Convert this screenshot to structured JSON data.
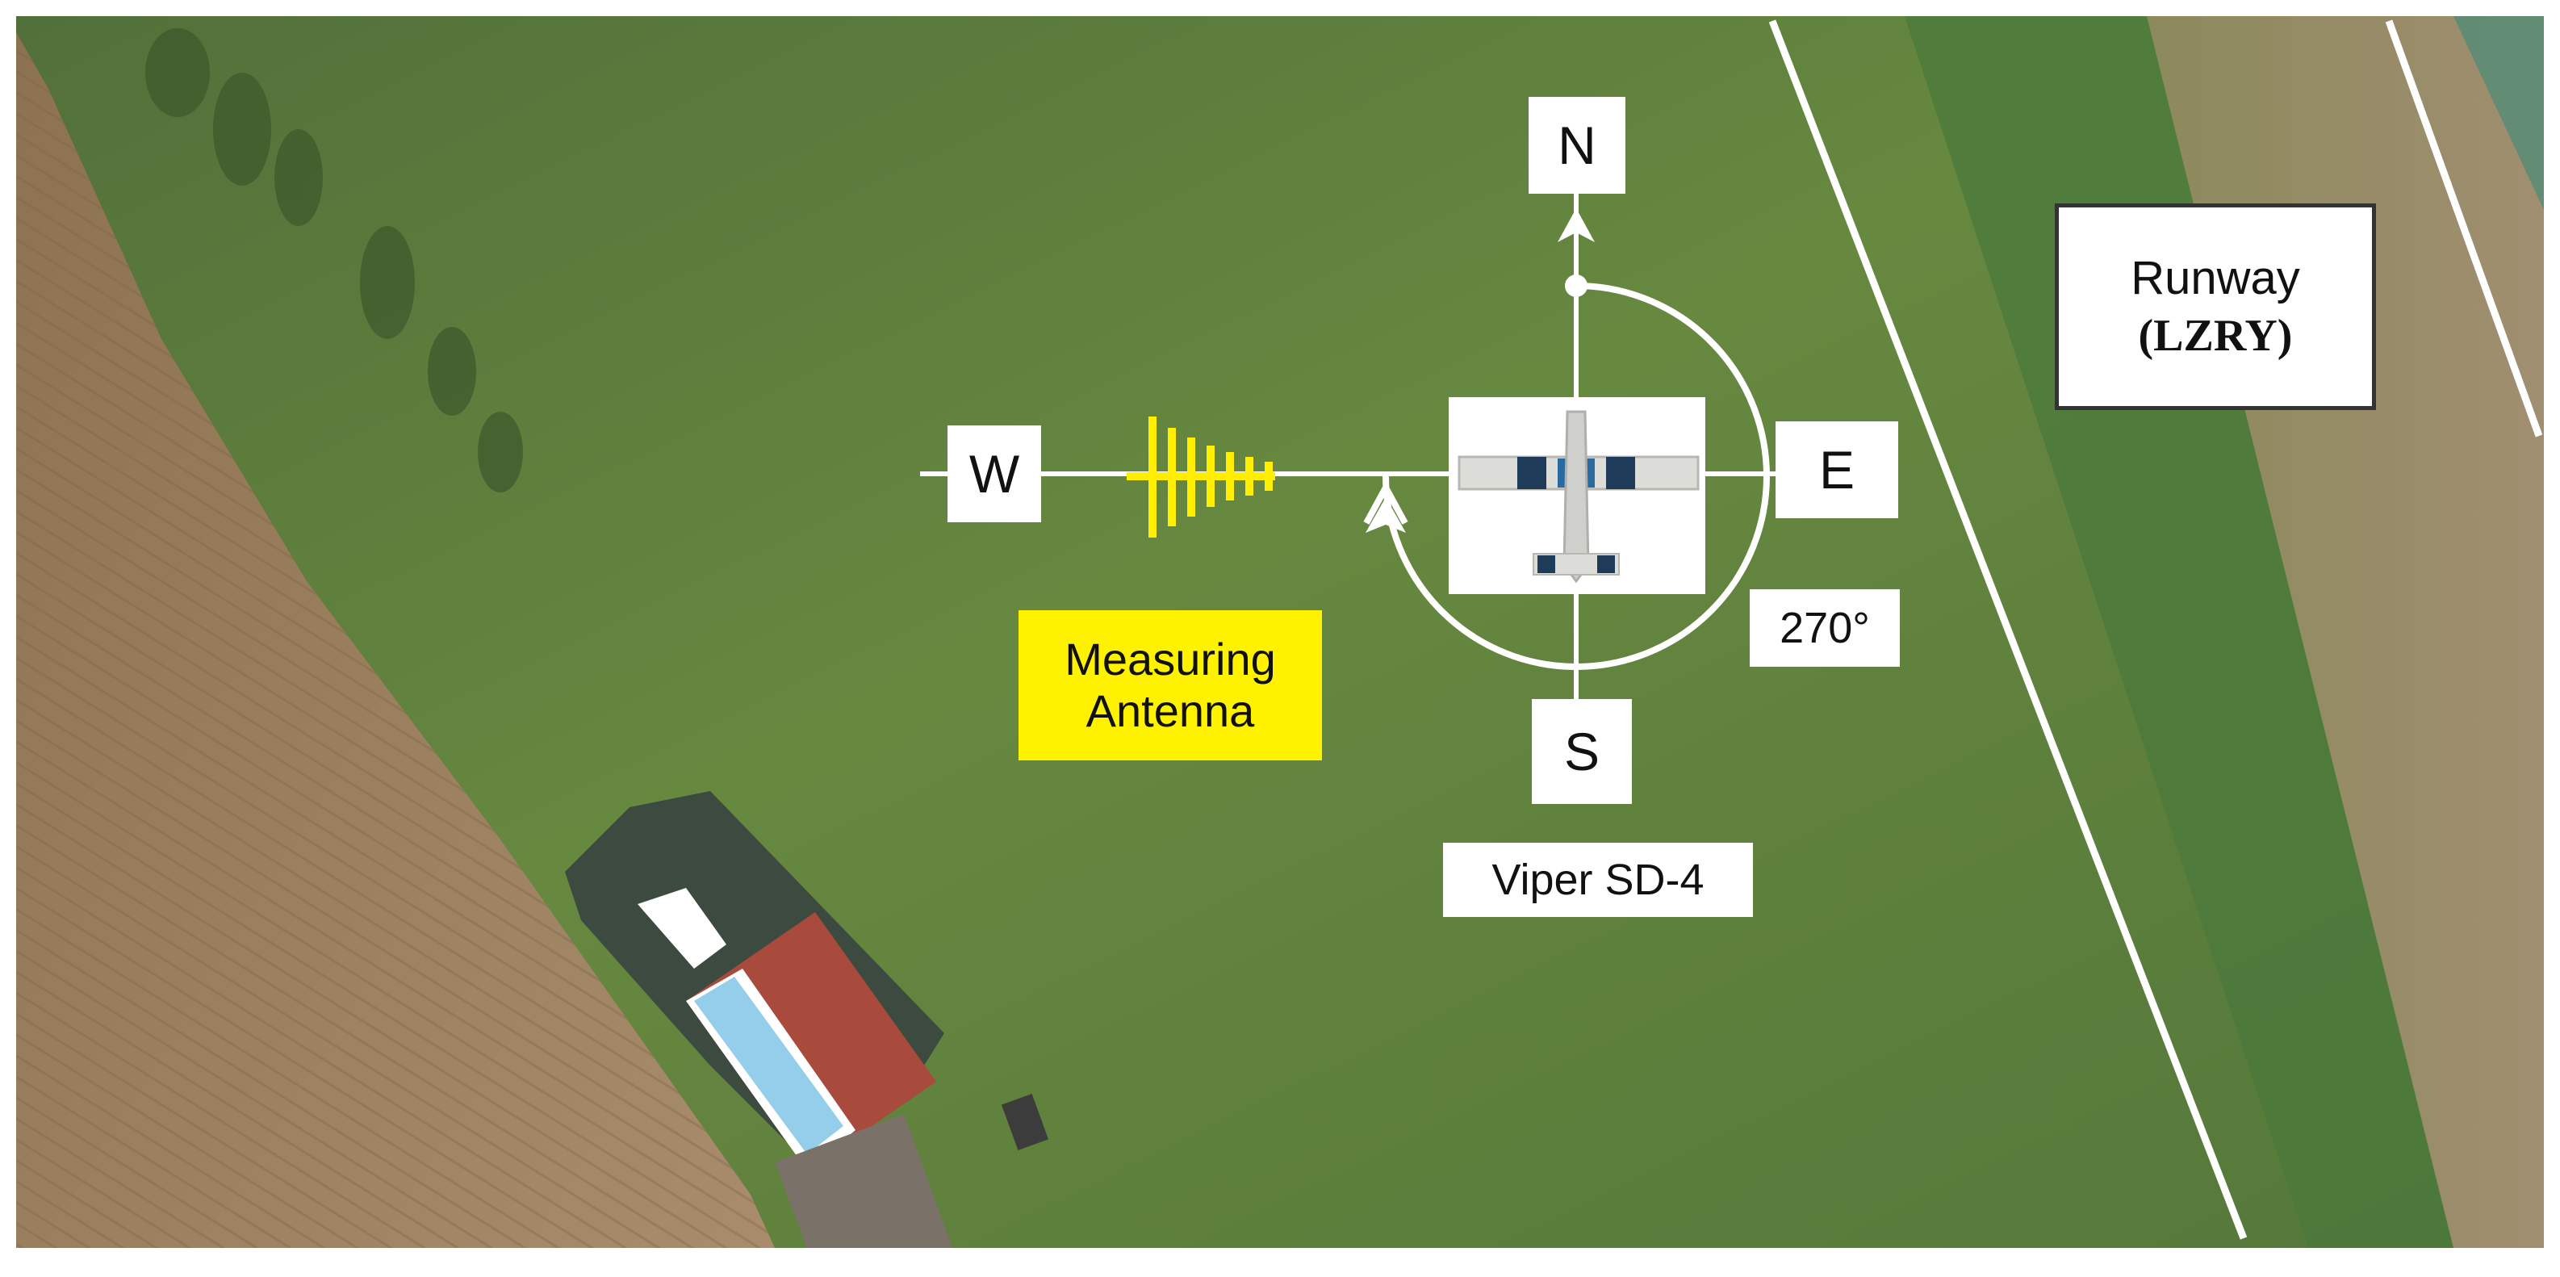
{
  "compass": {
    "north": "N",
    "west": "W",
    "east": "E",
    "south": "S"
  },
  "rotation": {
    "angle_label": "270°"
  },
  "aircraft": {
    "label": "Viper SD-4"
  },
  "runway": {
    "name": "Runway",
    "code": "(LZRY)"
  },
  "antenna": {
    "label_line1": "Measuring",
    "label_line2": "Antenna"
  },
  "colors": {
    "grass": "#5f7f40",
    "field": "#9c8260",
    "antenna": "#ffee00",
    "label_background": "#ffffff",
    "antenna_label_background": "#fff200",
    "compass_lines": "#ffffff"
  }
}
